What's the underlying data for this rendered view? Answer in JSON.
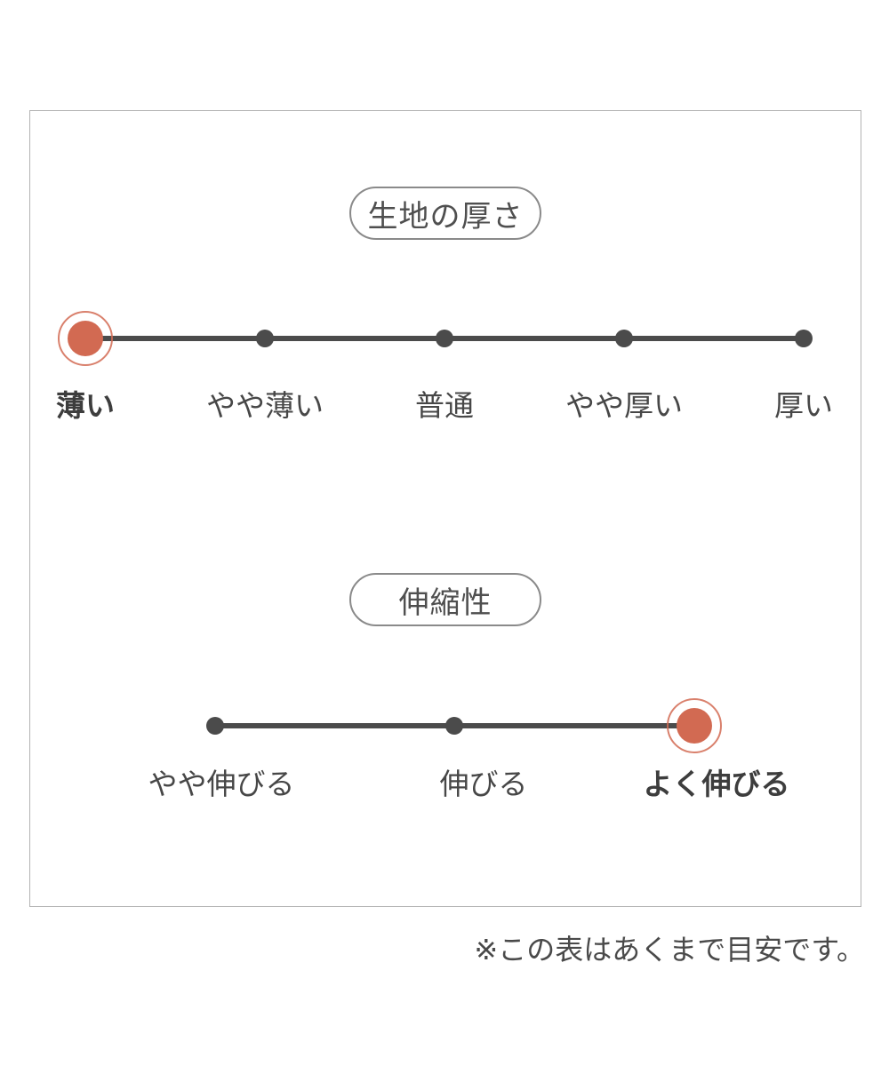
{
  "colors": {
    "accent": "#d26a52",
    "track": "#4b4b4b",
    "text": "#474747"
  },
  "chart_data": [
    {
      "type": "scale",
      "title": "生地の厚さ",
      "categories": [
        "薄い",
        "やや薄い",
        "普通",
        "やや厚い",
        "厚い"
      ],
      "selected": "薄い",
      "selected_index": 0,
      "levels": 5
    },
    {
      "type": "scale",
      "title": "伸縮性",
      "categories": [
        "やや伸びる",
        "伸びる",
        "よく伸びる"
      ],
      "selected": "よく伸びる",
      "selected_index": 2,
      "levels": 3
    }
  ],
  "footnote": "※この表はあくまで目安です。"
}
